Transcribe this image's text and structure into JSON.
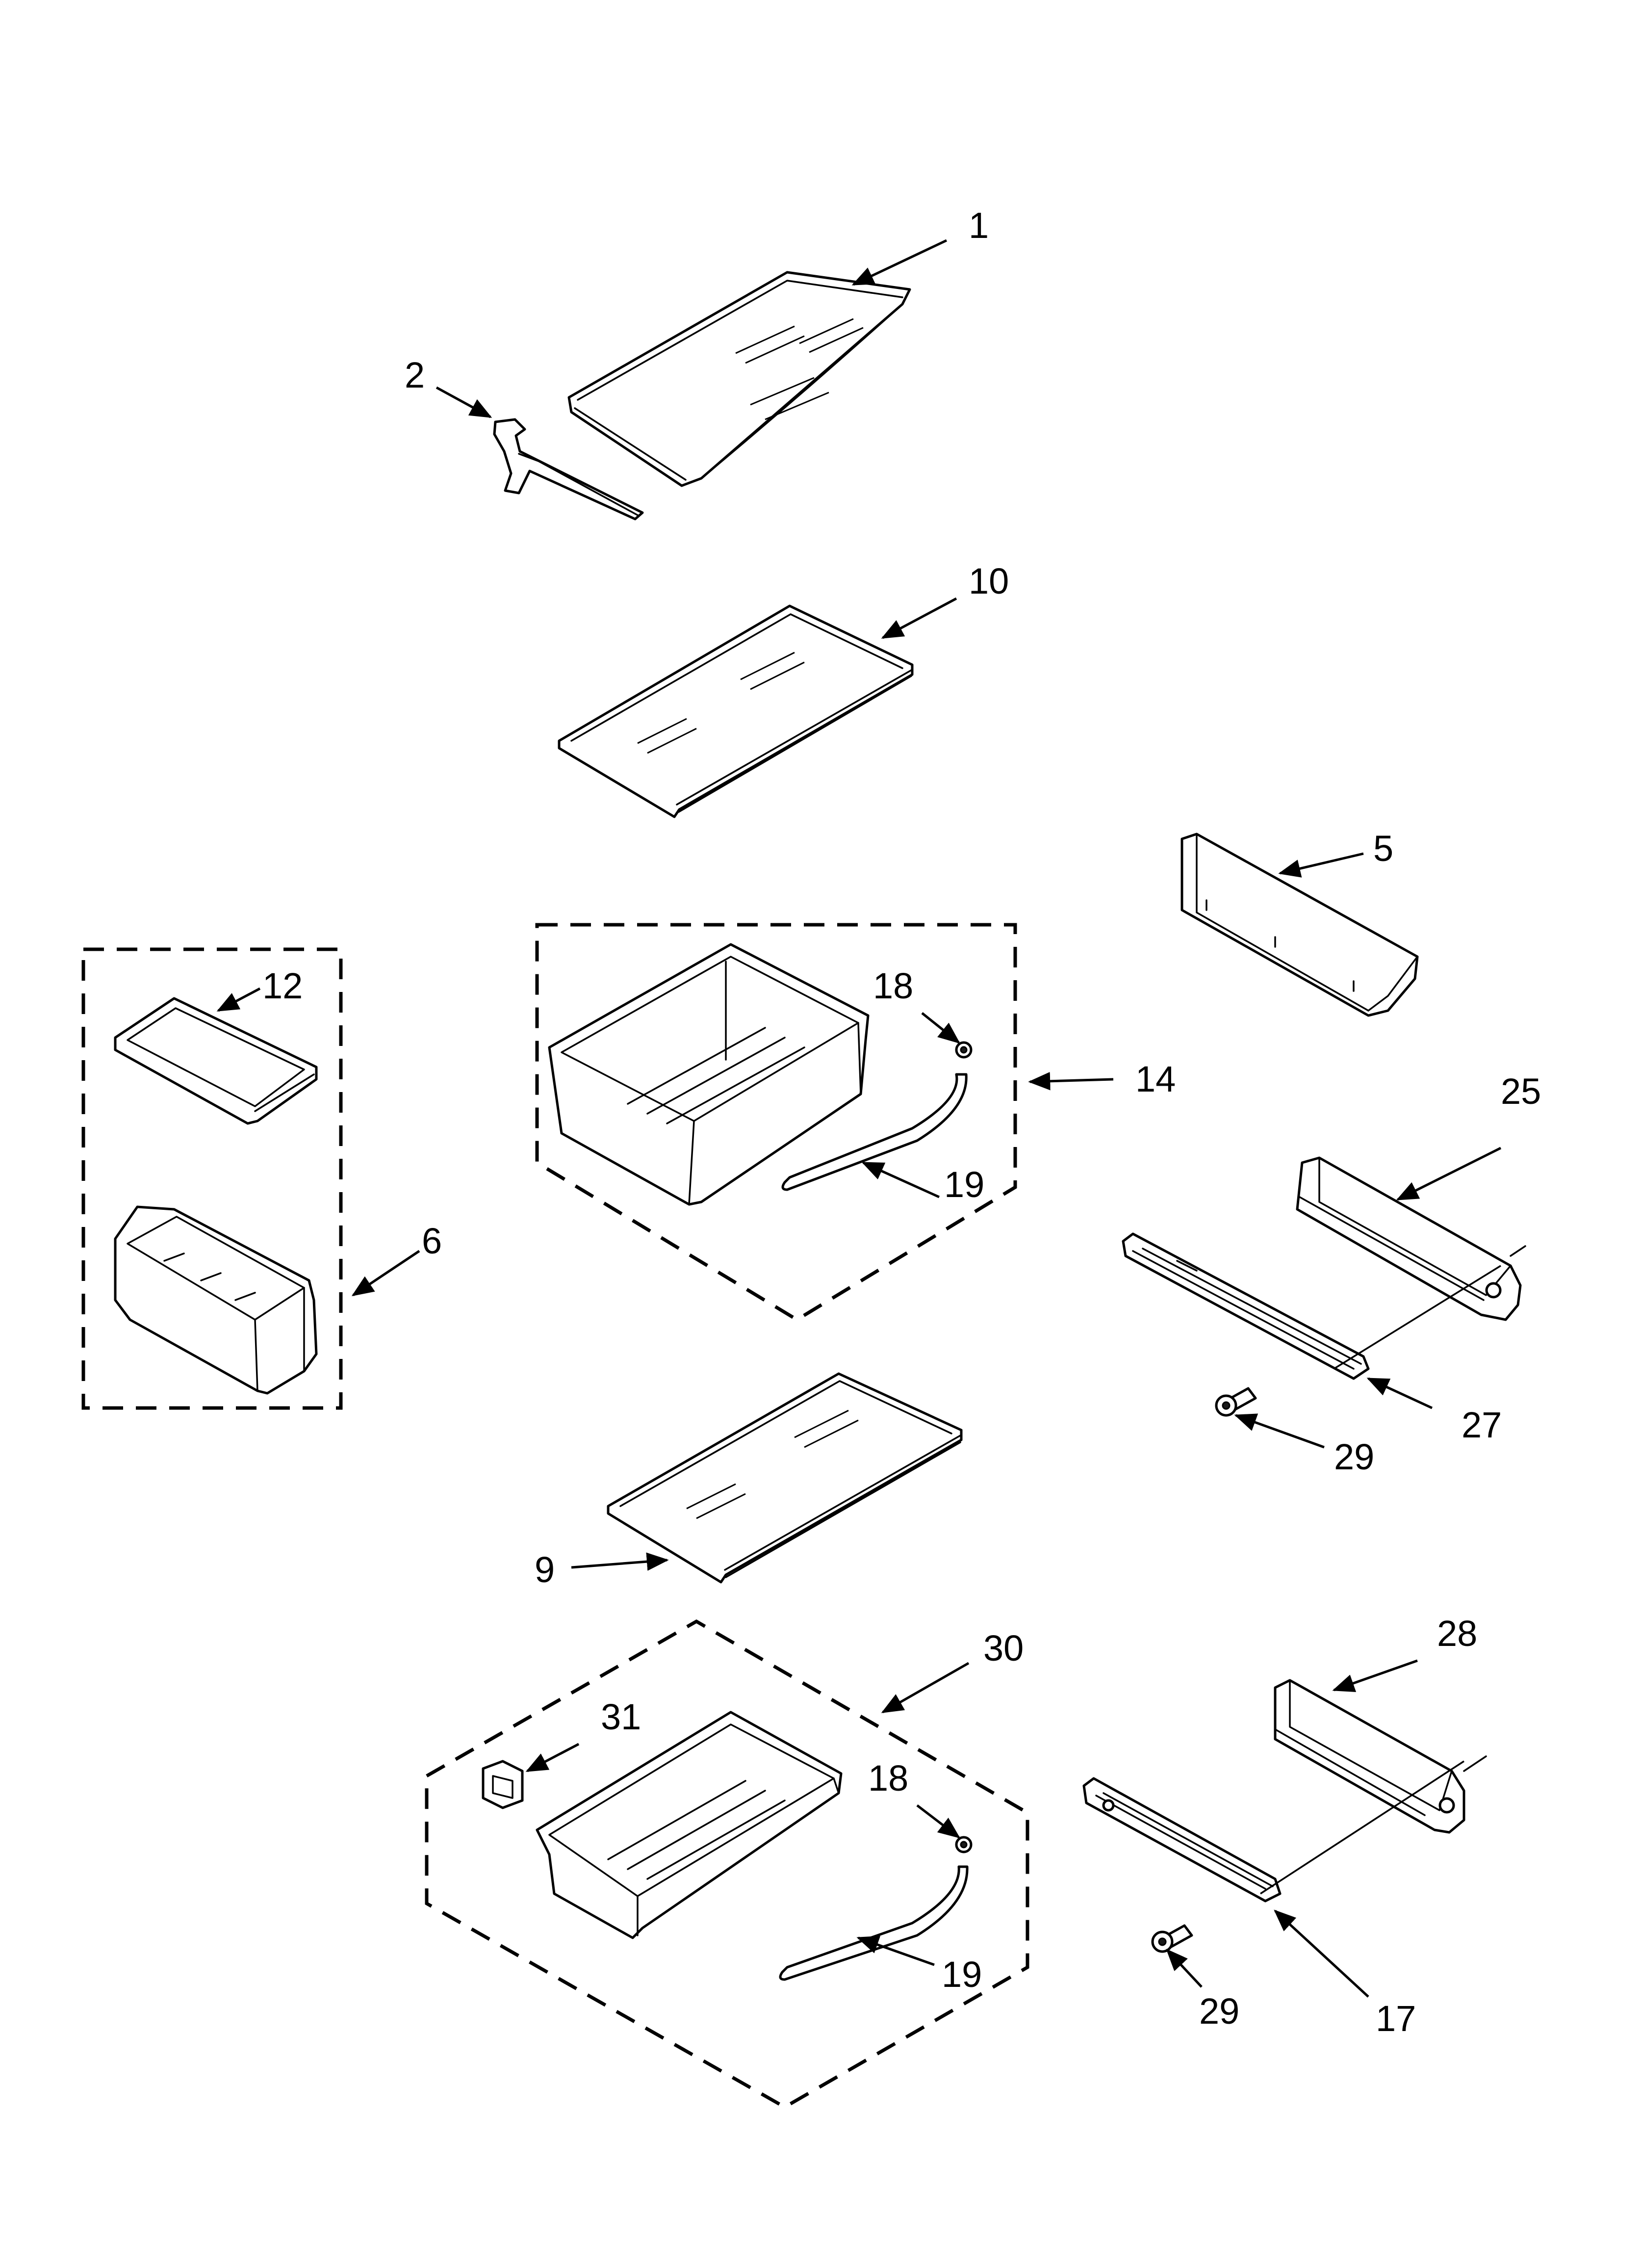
{
  "diagram": {
    "callouts": [
      {
        "id": "c1",
        "label": "1"
      },
      {
        "id": "c2",
        "label": "2"
      },
      {
        "id": "c10",
        "label": "10"
      },
      {
        "id": "c5",
        "label": "5"
      },
      {
        "id": "c12",
        "label": "12"
      },
      {
        "id": "c18a",
        "label": "18"
      },
      {
        "id": "c14",
        "label": "14"
      },
      {
        "id": "c25",
        "label": "25"
      },
      {
        "id": "c19a",
        "label": "19"
      },
      {
        "id": "c6",
        "label": "6"
      },
      {
        "id": "c27",
        "label": "27"
      },
      {
        "id": "c29a",
        "label": "29"
      },
      {
        "id": "c9",
        "label": "9"
      },
      {
        "id": "c30",
        "label": "30"
      },
      {
        "id": "c28",
        "label": "28"
      },
      {
        "id": "c31",
        "label": "31"
      },
      {
        "id": "c18b",
        "label": "18"
      },
      {
        "id": "c19b",
        "label": "19"
      },
      {
        "id": "c29b",
        "label": "29"
      },
      {
        "id": "c17",
        "label": "17"
      }
    ]
  }
}
